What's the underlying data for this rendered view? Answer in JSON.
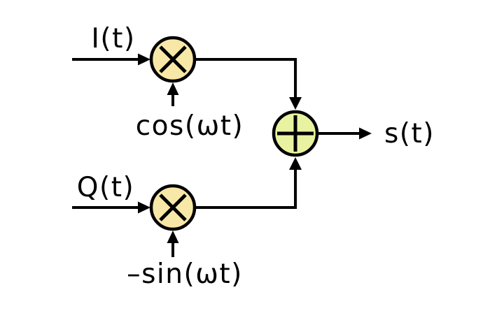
{
  "diagram": {
    "type": "block-diagram",
    "subject": "quadrature (I/Q) modulator",
    "top_branch": {
      "input_label": "I(t)",
      "carrier_label": "cos(ωt)",
      "block_symbol": "×",
      "block_icon": "multiply-icon"
    },
    "bottom_branch": {
      "input_label": "Q(t)",
      "carrier_label": "–sin(ωt)",
      "block_symbol": "×",
      "block_icon": "multiply-icon"
    },
    "summer": {
      "block_symbol": "+",
      "block_icon": "plus-icon"
    },
    "output": {
      "label": "s(t)"
    },
    "colors": {
      "multiplier_fill": "#f8e8a8",
      "adder_fill": "#e9f2a0",
      "line": "#000000",
      "background": "#ffffff"
    }
  }
}
